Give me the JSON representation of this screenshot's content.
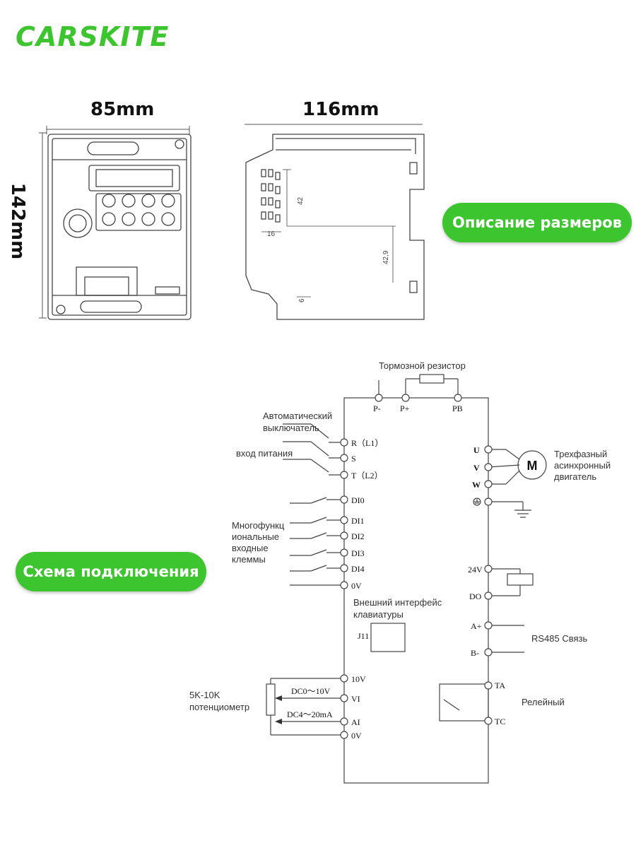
{
  "brand": {
    "logo_text": "CARSKITE",
    "color": "#3cc52e"
  },
  "dimensions": {
    "width": "85mm",
    "depth": "116mm",
    "height": "142mm",
    "side_marks": [
      "42",
      "16",
      "42,9",
      "6"
    ]
  },
  "sections": {
    "size_title": "Описание размеров",
    "wiring_title": "Схема подключения"
  },
  "wiring": {
    "brake_resistor": "Тормозной резистор",
    "top_terminals": [
      "P-",
      "P+",
      "PB"
    ],
    "breaker_label_line1": "Автоматический",
    "breaker_label_line2": "выключатель",
    "power_input": "вход питания",
    "power_terminals": [
      "R（L1）",
      "S",
      "T（L2）"
    ],
    "di_terminals": [
      "DI0",
      "DI1",
      "DI2",
      "DI3",
      "DI4",
      "0V"
    ],
    "multifunction_label": [
      "Многофункц",
      "иональные",
      "входные",
      "клеммы"
    ],
    "motor_terminals": [
      "U",
      "V",
      "W"
    ],
    "motor_symbol": "M",
    "motor_label": [
      "Трехфазный",
      "асинхронный",
      "двигатель"
    ],
    "right_terminals": [
      "24V",
      "DO",
      "A+",
      "B-"
    ],
    "keyboard_interface": [
      "Внешний интерфейс",
      "клавиатуры"
    ],
    "keyboard_port": "J11",
    "rs485_label": "RS485 Связь",
    "analog_terminals": [
      "10V",
      "VI",
      "AI",
      "0V"
    ],
    "voltage_range": "DC0～10V",
    "current_range": "DC4～20mA",
    "potentiometer_label": [
      "5K-10K",
      "потенциометр"
    ],
    "relay_terminals": [
      "TA",
      "TC"
    ],
    "relay_label": "Релейный"
  }
}
